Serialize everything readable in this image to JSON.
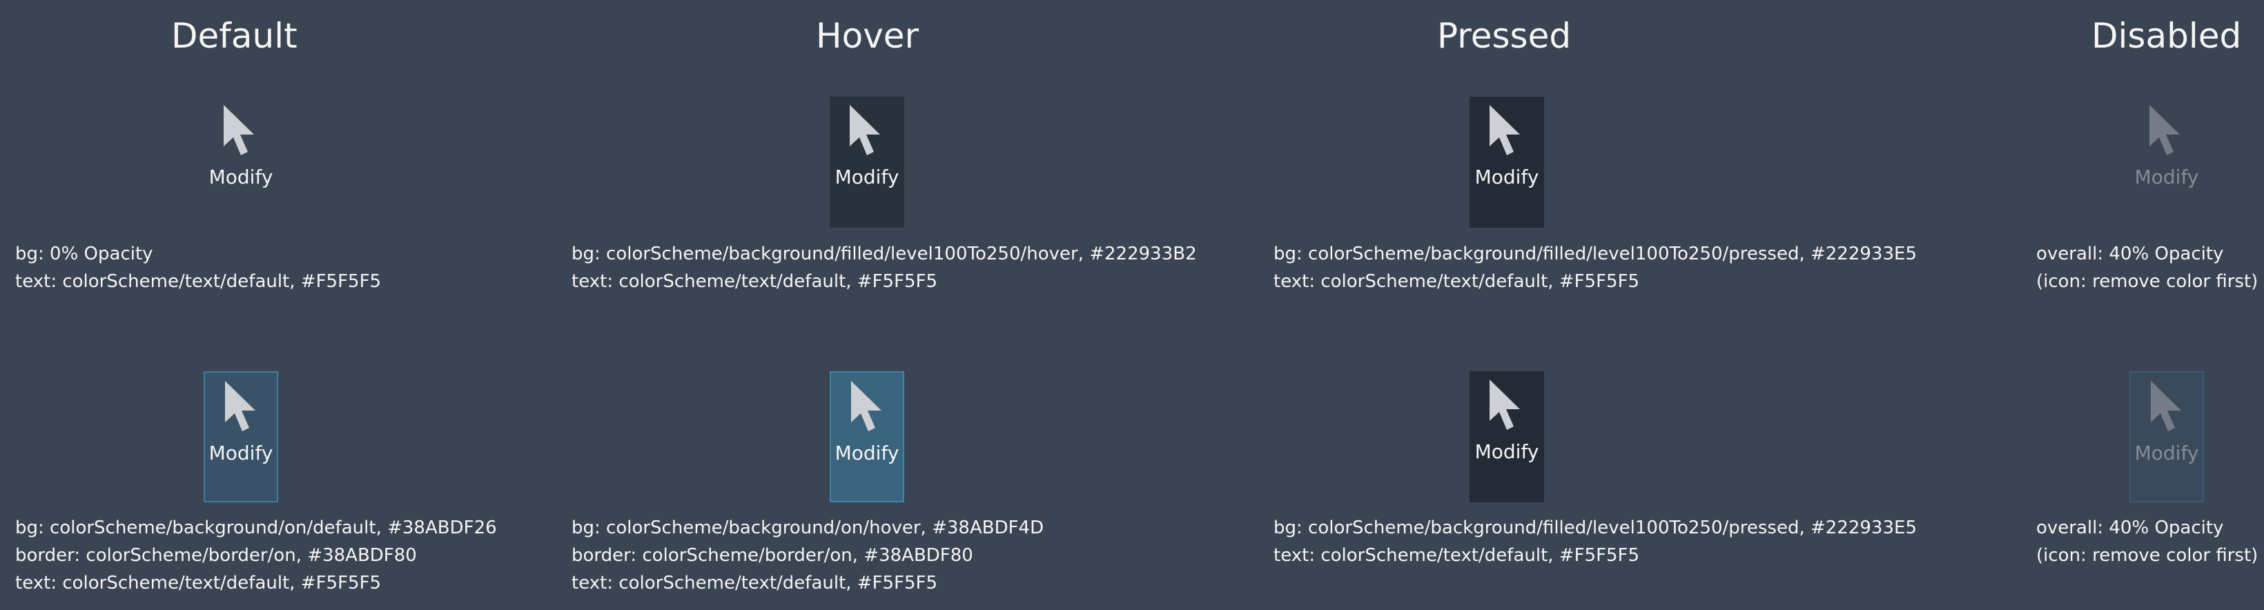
{
  "headings": {
    "default": "Default",
    "hover": "Hover",
    "pressed": "Pressed",
    "disabled": "Disabled"
  },
  "colors": {
    "page_bg": "#3B4453",
    "text_default": "#F5F5F5",
    "filled_hover": "#222933B2",
    "filled_pressed": "#222933E5",
    "on_default_bg": "#38ABDF26",
    "on_hover_bg": "#38ABDF4D",
    "on_border": "#38ABDF80",
    "disabled_opacity": "40%"
  },
  "icon": "cursor-arrow-icon",
  "row1": {
    "default": {
      "label": "Modify",
      "desc": [
        "bg: 0% Opacity",
        "text: colorScheme/text/default, #F5F5F5"
      ]
    },
    "hover": {
      "label": "Modify",
      "desc": [
        "bg: colorScheme/background/filled/level100To250/hover, #222933B2",
        "text: colorScheme/text/default, #F5F5F5"
      ]
    },
    "pressed": {
      "label": "Modify",
      "desc": [
        "bg: colorScheme/background/filled/level100To250/pressed, #222933E5",
        "text: colorScheme/text/default, #F5F5F5"
      ]
    },
    "disabled": {
      "label": "Modify",
      "desc": [
        "overall: 40% Opacity",
        "(icon: remove color first)"
      ]
    }
  },
  "row2": {
    "default": {
      "label": "Modify",
      "desc": [
        "bg: colorScheme/background/on/default, #38ABDF26",
        "border: colorScheme/border/on, #38ABDF80",
        "text: colorScheme/text/default, #F5F5F5"
      ]
    },
    "hover": {
      "label": "Modify",
      "desc": [
        "bg: colorScheme/background/on/hover, #38ABDF4D",
        "border: colorScheme/border/on, #38ABDF80",
        "text: colorScheme/text/default, #F5F5F5"
      ]
    },
    "pressed": {
      "label": "Modify",
      "desc": [
        "bg: colorScheme/background/filled/level100To250/pressed, #222933E5",
        "text: colorScheme/text/default, #F5F5F5"
      ]
    },
    "disabled": {
      "label": "Modify",
      "desc": [
        "overall: 40% Opacity",
        "(icon: remove color first)"
      ]
    }
  }
}
